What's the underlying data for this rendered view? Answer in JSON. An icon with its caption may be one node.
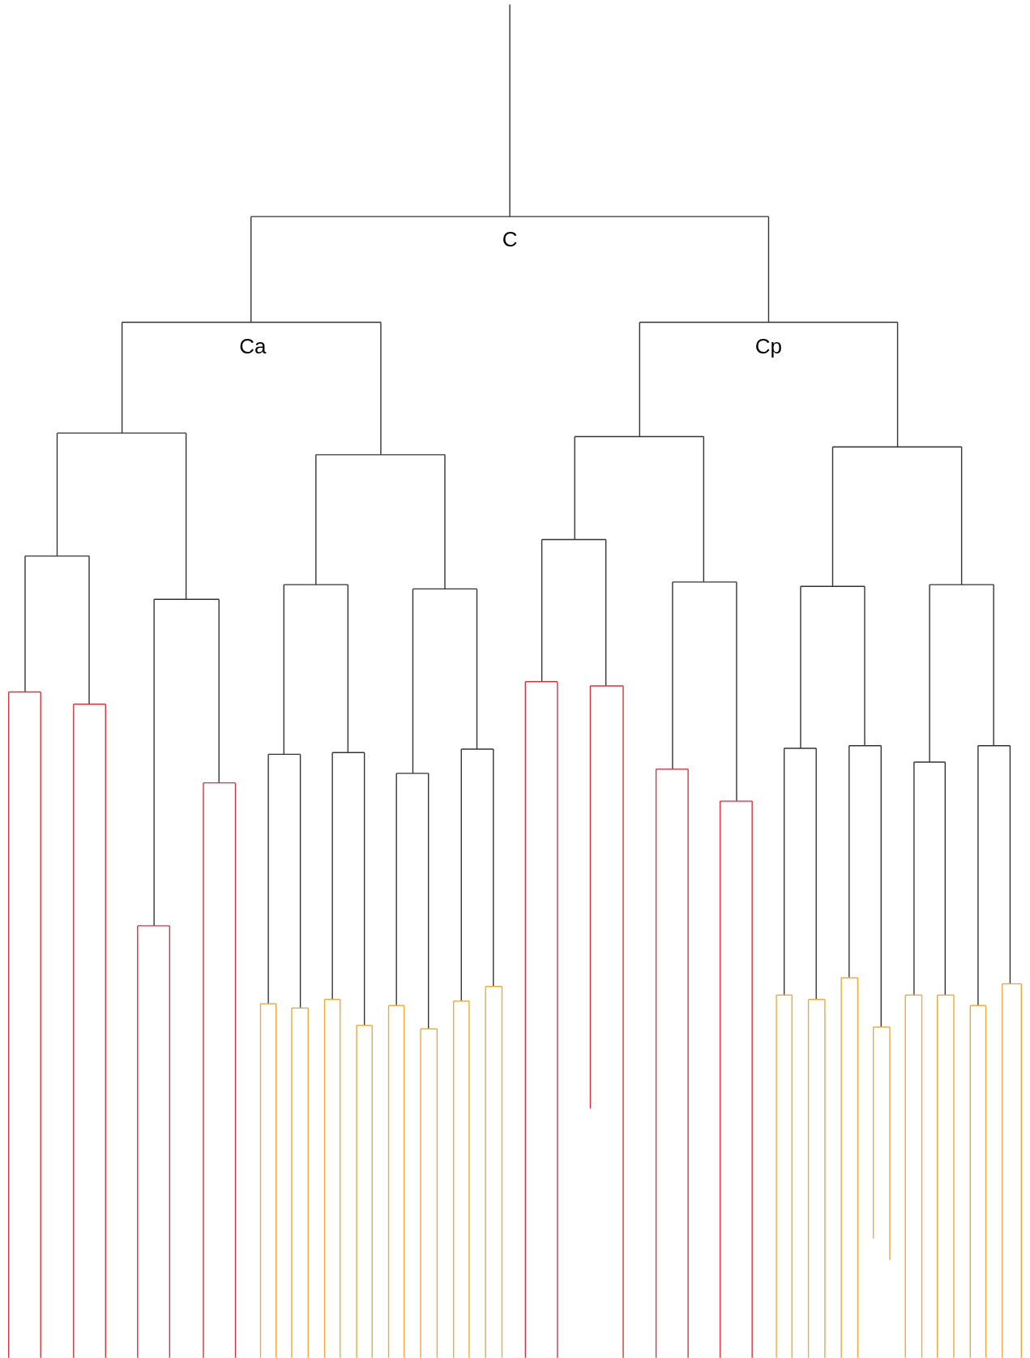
{
  "diagram": {
    "labels": [
      "C",
      "Ca",
      "Cp"
    ]
  }
}
